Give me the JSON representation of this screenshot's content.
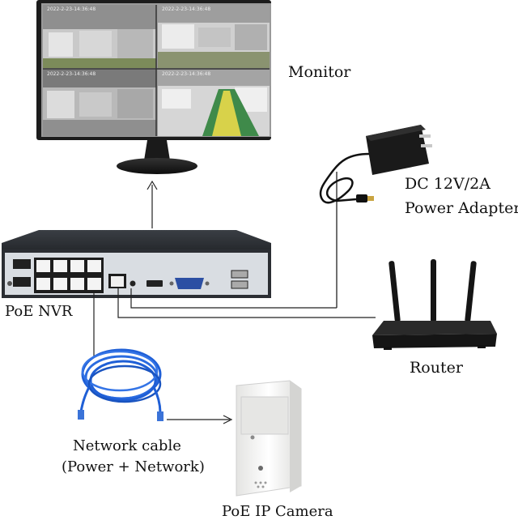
{
  "labels": {
    "monitor": "Monitor",
    "adapter_line1": "DC 12V/2A",
    "adapter_line2": "Power Adapter",
    "nvr": "PoE NVR",
    "router": "Router",
    "cable_line1": "Network cable",
    "cable_line2": "(Power + Network)",
    "camera": "PoE IP Camera"
  },
  "monitor_timestamps": [
    "2022-2-23-14:36:48",
    "2022-2-23-14:36:48",
    "2022-2-23-14:36:48",
    "2022-2-23-14:36:48"
  ],
  "colors": {
    "nvr_body": "#2b2e33",
    "nvr_panel": "#d9dde2",
    "cable_blue": "#1f5fd6",
    "router_black": "#151515",
    "adapter_black": "#1a1a1a",
    "camera_white": "#f1f1ef",
    "arrow": "#222222"
  },
  "icons": [
    "monitor-icon",
    "power-adapter-icon",
    "nvr-icon",
    "router-icon",
    "network-cable-icon",
    "ip-camera-icon"
  ]
}
